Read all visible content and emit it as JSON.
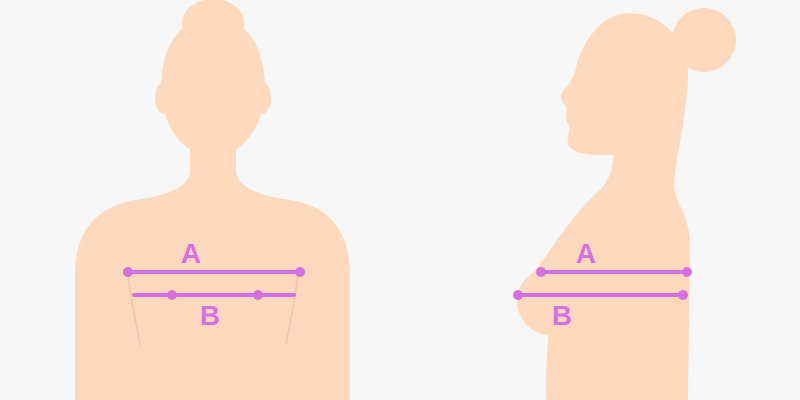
{
  "colors": {
    "background": "#f7f7f7",
    "skin": "#ffd9bd",
    "measure_line": "#d570e0"
  },
  "front_view": {
    "label_a": "A",
    "label_b": "B"
  },
  "side_view": {
    "label_a": "A",
    "label_b": "B"
  }
}
